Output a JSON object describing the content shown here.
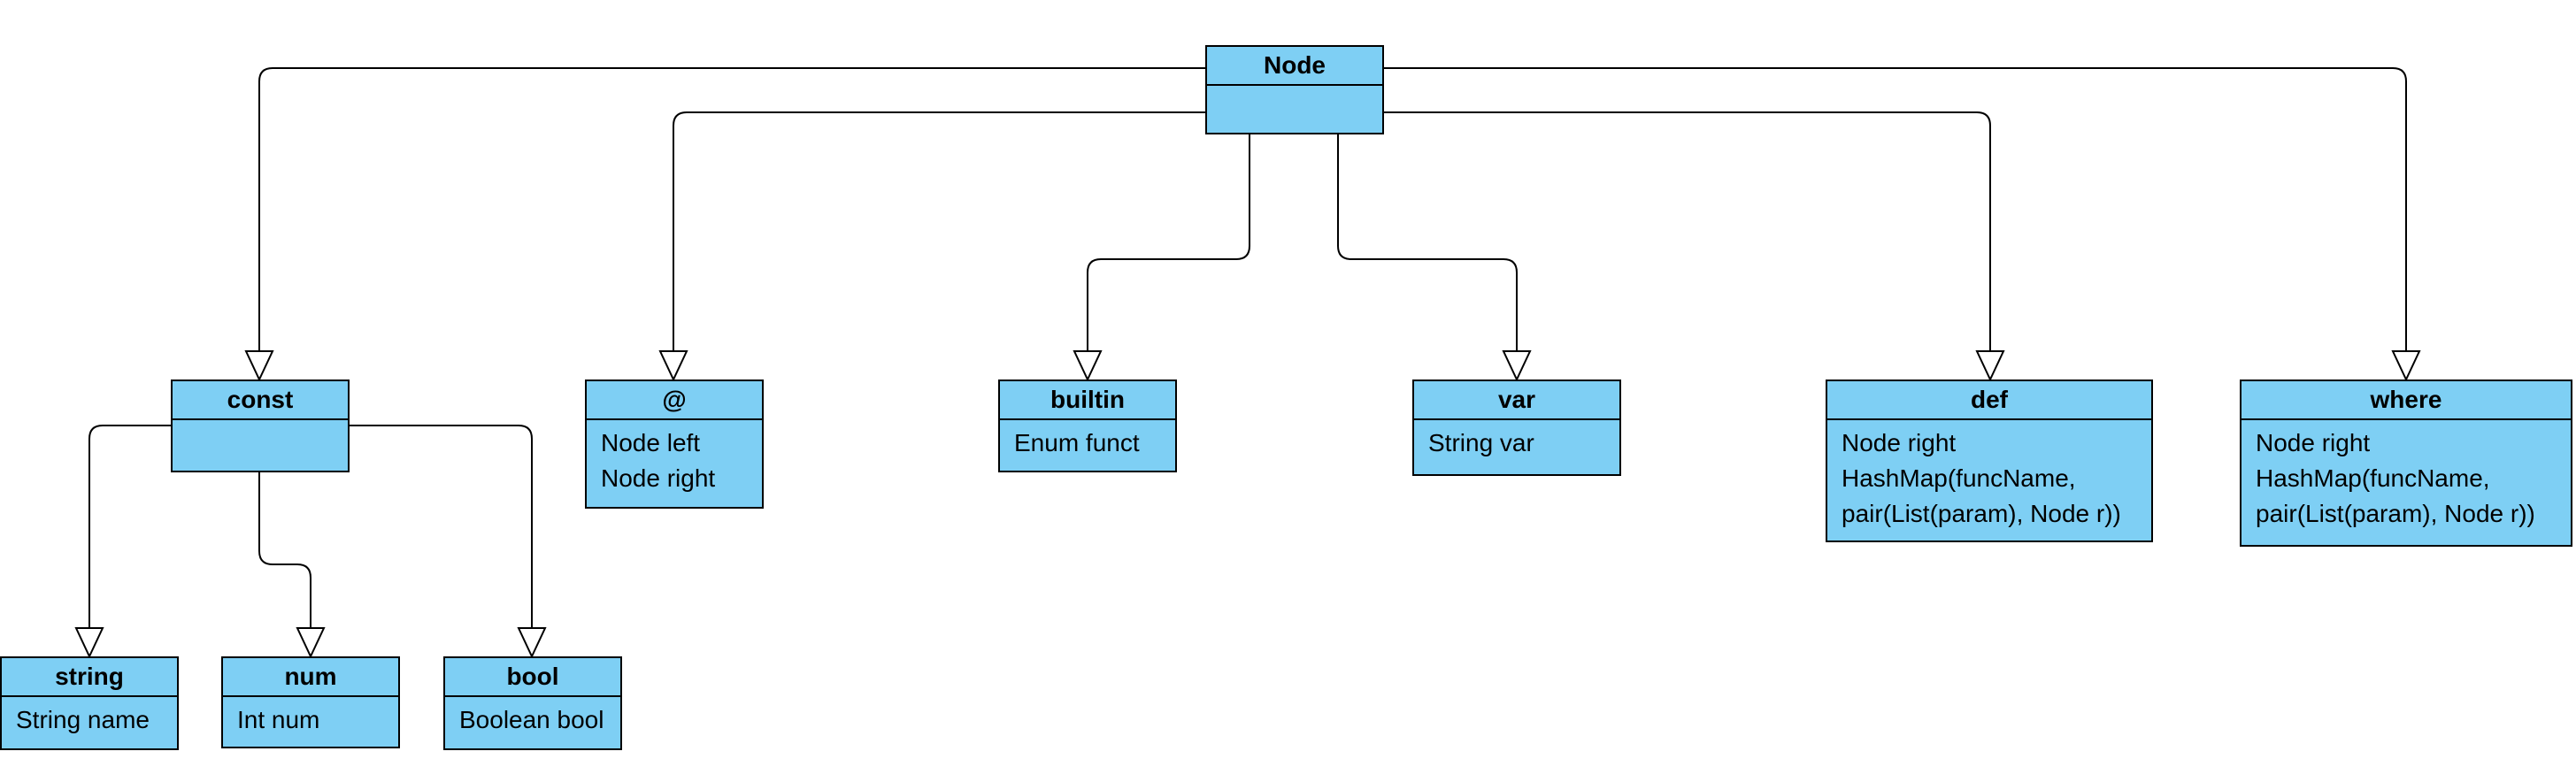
{
  "diagram": {
    "classes": [
      {
        "id": "node",
        "name": "Node",
        "attributes": []
      },
      {
        "id": "const",
        "name": "const",
        "attributes": []
      },
      {
        "id": "at",
        "name": "@",
        "attributes": [
          "Node left",
          "Node right"
        ]
      },
      {
        "id": "builtin",
        "name": "builtin",
        "attributes": [
          "Enum funct"
        ]
      },
      {
        "id": "var",
        "name": "var",
        "attributes": [
          "String var"
        ]
      },
      {
        "id": "def",
        "name": "def",
        "attributes": [
          "Node right",
          "HashMap(funcName,",
          "pair(List(param), Node r))"
        ]
      },
      {
        "id": "where",
        "name": "where",
        "attributes": [
          "Node right",
          "HashMap(funcName,",
          "pair(List(param), Node r))"
        ]
      },
      {
        "id": "string",
        "name": "string",
        "attributes": [
          "String name"
        ]
      },
      {
        "id": "num",
        "name": "num",
        "attributes": [
          "Int num"
        ]
      },
      {
        "id": "bool",
        "name": "bool",
        "attributes": [
          "Boolean bool"
        ]
      }
    ],
    "inheritance": [
      {
        "child": "const",
        "parent": "node"
      },
      {
        "child": "at",
        "parent": "node"
      },
      {
        "child": "builtin",
        "parent": "node"
      },
      {
        "child": "var",
        "parent": "node"
      },
      {
        "child": "def",
        "parent": "node"
      },
      {
        "child": "where",
        "parent": "node"
      },
      {
        "child": "string",
        "parent": "const"
      },
      {
        "child": "num",
        "parent": "const"
      },
      {
        "child": "bool",
        "parent": "const"
      }
    ],
    "colors": {
      "class_fill": "#7ecff4",
      "stroke": "#000000"
    }
  }
}
